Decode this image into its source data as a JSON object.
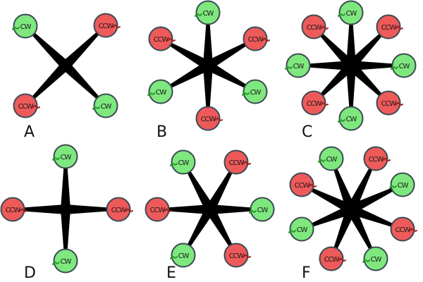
{
  "colors": {
    "cw": "#7ee87e",
    "ccw": "#ee5a5a",
    "cw_arrow": "#2a9a2a",
    "ccw_arrow": "#a02020",
    "frame": "#000000",
    "rim": "#3a4a52"
  },
  "panels": [
    {
      "label": "A",
      "rotors": [
        "CW",
        "CCW",
        "CW",
        "CCW"
      ]
    },
    {
      "label": "B",
      "rotors": [
        "CW",
        "CCW",
        "CW",
        "CCW",
        "CW",
        "CCW"
      ]
    },
    {
      "label": "C",
      "rotors": [
        "CW",
        "CCW",
        "CW",
        "CCW",
        "CW",
        "CCW",
        "CW",
        "CCW"
      ]
    },
    {
      "label": "D",
      "rotors": [
        "CW",
        "CCW",
        "CW",
        "CCW"
      ]
    },
    {
      "label": "E",
      "rotors": [
        "CW",
        "CCW",
        "CW",
        "CCW",
        "CW",
        "CCW"
      ]
    },
    {
      "label": "F",
      "rotors": [
        "CW",
        "CCW",
        "CW",
        "CCW",
        "CW",
        "CCW",
        "CW",
        "CCW"
      ]
    }
  ]
}
